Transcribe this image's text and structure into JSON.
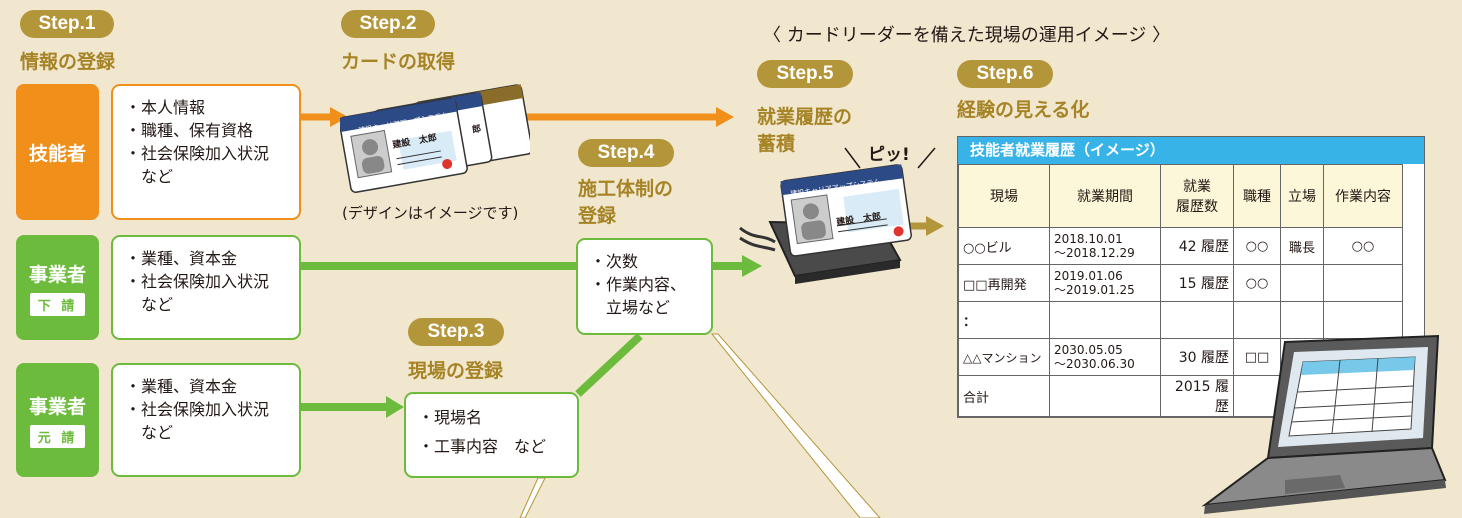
{
  "caption": "〈 カードリーダーを備えた現場の運用イメージ 〉",
  "steps": {
    "s1": {
      "pill": "Step.1",
      "title": "情報の登録"
    },
    "s2": {
      "pill": "Step.2",
      "title": "カードの取得",
      "note": "(デザインはイメージです)"
    },
    "s3": {
      "pill": "Step.3",
      "title": "現場の登録"
    },
    "s4": {
      "pill": "Step.4",
      "title1": "施工体制の",
      "title2": "登録"
    },
    "s5": {
      "pill": "Step.5",
      "title1": "就業履歴の",
      "title2": "蓄積"
    },
    "s6": {
      "pill": "Step.6",
      "title": "経験の見える化"
    }
  },
  "actors": {
    "worker": "技能者",
    "sub": {
      "label": "事業者",
      "tag": "下 請"
    },
    "prime": {
      "label": "事業者",
      "tag": "元 請"
    }
  },
  "boxes": {
    "worker": [
      "・本人情報",
      "・職種、保有資格",
      "・社会保険加入状況",
      "　など"
    ],
    "sub": [
      "・業種、資本金",
      "・社会保険加入状況",
      "　など"
    ],
    "prime": [
      "・業種、資本金",
      "・社会保険加入状況",
      "　など"
    ],
    "site": [
      "・現場名",
      "・工事内容　など"
    ],
    "system": [
      "・次数",
      "・作業内容、",
      "　立場など"
    ]
  },
  "card": {
    "org": "建設キャリアアップシステム",
    "name": "建設　太郎",
    "name_back": "郎"
  },
  "beep": "ピッ!",
  "table": {
    "title": "技能者就業履歴（イメージ）",
    "headers": [
      "現場",
      "就業期間",
      "就業\n履歴数",
      "職種",
      "立場",
      "作業内容"
    ],
    "rows": [
      [
        "○○ビル",
        "2018.10.01\n～2018.12.29",
        "42 履歴",
        "○○",
        "職長",
        "○○"
      ],
      [
        "□□再開発",
        "2019.01.06\n～2019.01.25",
        "15 履歴",
        "○○",
        "",
        ""
      ],
      [
        "：",
        "",
        "",
        "",
        "",
        ""
      ],
      [
        "△△マンション",
        "2030.05.05\n～2030.06.30",
        "30 履歴",
        "□□",
        "",
        ""
      ],
      [
        "合計",
        "",
        "2015 履歴",
        "",
        "",
        ""
      ]
    ]
  },
  "colors": {
    "gold": "#b4963a",
    "orange": "#f08f1a",
    "green": "#6cbb3c",
    "blue": "#38b3e7"
  }
}
